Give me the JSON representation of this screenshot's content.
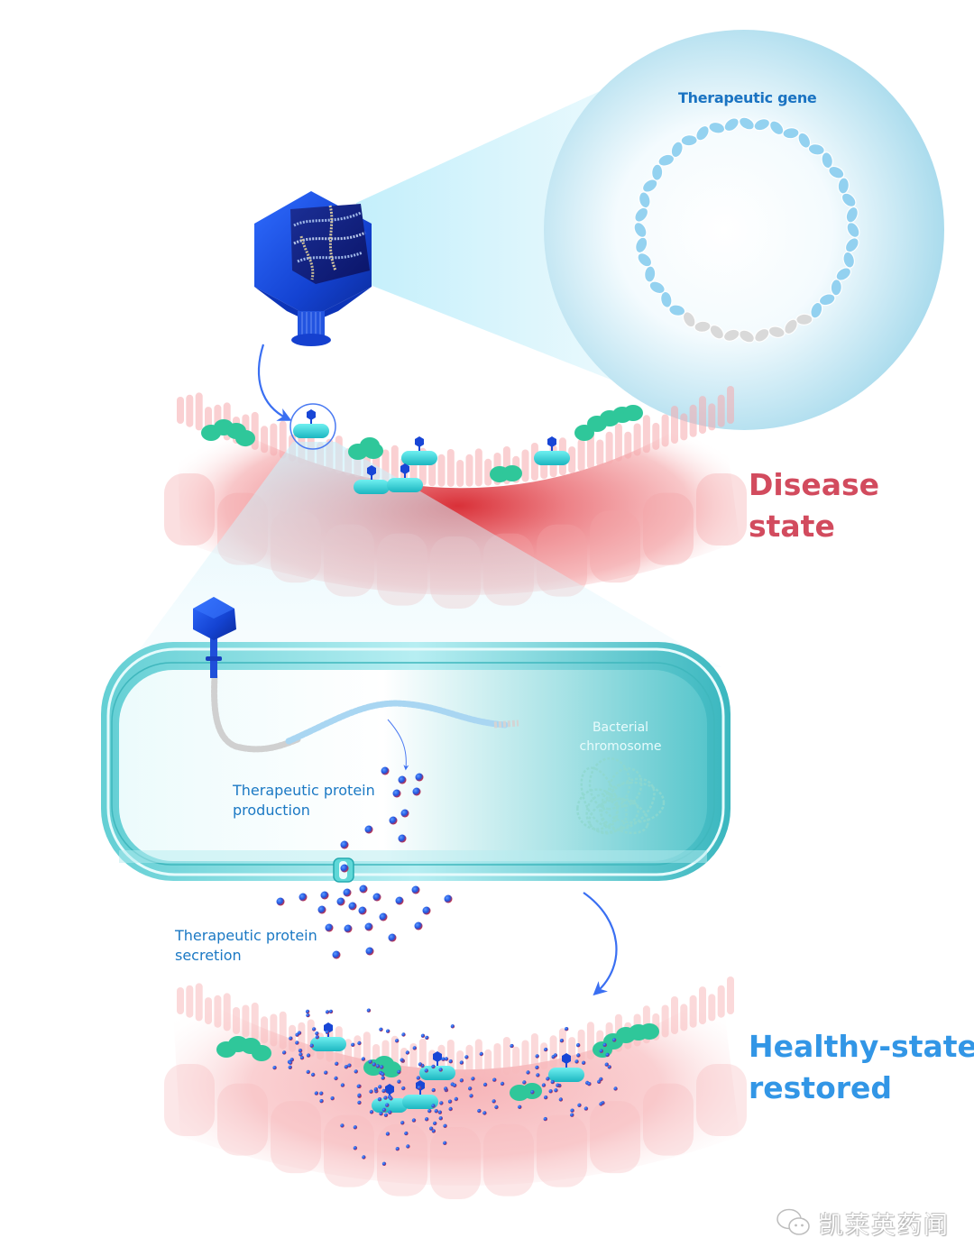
{
  "figure": {
    "title": "Engineered phage delivering a therapeutic gene to gut bacteria",
    "labels": {
      "therapeutic_gene": "Therapeutic gene",
      "bacterial_chromosome_line1": "Bacterial",
      "bacterial_chromosome_line2": "chromosome",
      "protein_production_line1": "Therapeutic protein",
      "protein_production_line2": "production",
      "protein_secretion_line1": "Therapeutic protein",
      "protein_secretion_line2": "secretion",
      "disease_state_line1": "Disease",
      "disease_state_line2": "state",
      "healthy_state_line1": "Healthy-state",
      "healthy_state_line2": "restored"
    },
    "colors": {
      "phage_blue": "#1846d6",
      "phage_dark": "#0d1f8a",
      "bacteria_teal": "#2ecfd3",
      "commensal_green": "#2fc79a",
      "disease_red": "#d24b5e",
      "healthy_blue": "#3296e6",
      "label_blue": "#1b79c4",
      "gene_blue": "#8fd0f0",
      "gene_grey": "#d8d8d8",
      "arrow_blue": "#3a6ff2",
      "protein_blue": "#2f67e8",
      "protein_red": "#c0304a"
    },
    "watermark": {
      "icon": "wechat-icon",
      "text": "凯莱英药闻"
    }
  }
}
